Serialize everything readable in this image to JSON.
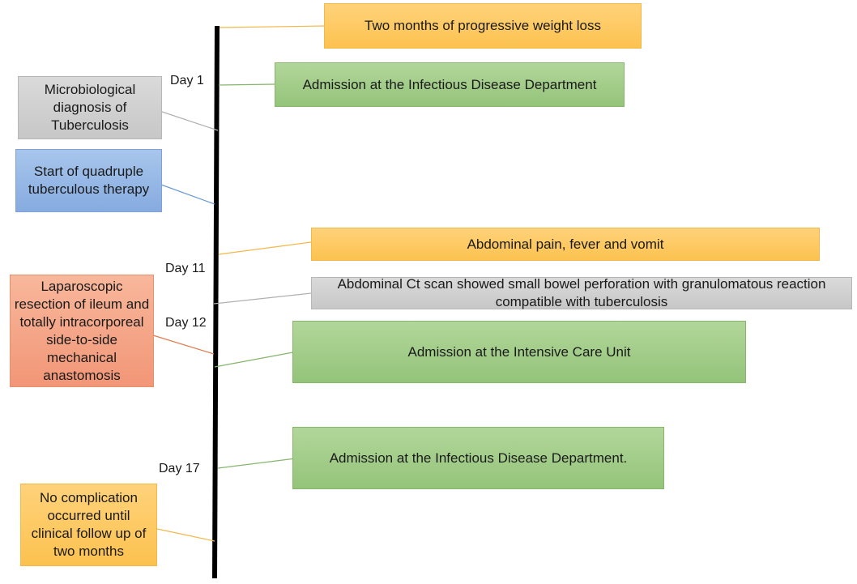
{
  "colors": {
    "axis": "#000000",
    "yellow": "#fcc24f",
    "green": "#94c47a",
    "gray": "#c7c7c7",
    "blue": "#86abe0",
    "orange": "#f29677"
  },
  "days": {
    "d1": "Day 1",
    "d11": "Day 11",
    "d12": "Day 12",
    "d17": "Day 17"
  },
  "events": {
    "weight_loss": "Two months of progressive weight loss",
    "admission_idd": "Admission at the Infectious Disease Department",
    "micro_diagnosis": "Microbiological diagnosis of Tuberculosis",
    "quadruple_therapy": "Start of quadruple tuberculous therapy",
    "abdominal_pain": "Abdominal pain, fever and vomit",
    "ct_scan": "Abdominal Ct scan showed small bowel perforation with granulomatous reaction compatible with tuberculosis",
    "laparoscopic": "Laparoscopic resection of ileum and totally intracorporeal side-to-side mechanical anastomosis",
    "admission_icu": "Admission at the Intensive Care Unit",
    "admission_idd_2": "Admission at the Infectious Disease Department.",
    "no_complication": "No complication occurred until clinical follow up of two months"
  }
}
